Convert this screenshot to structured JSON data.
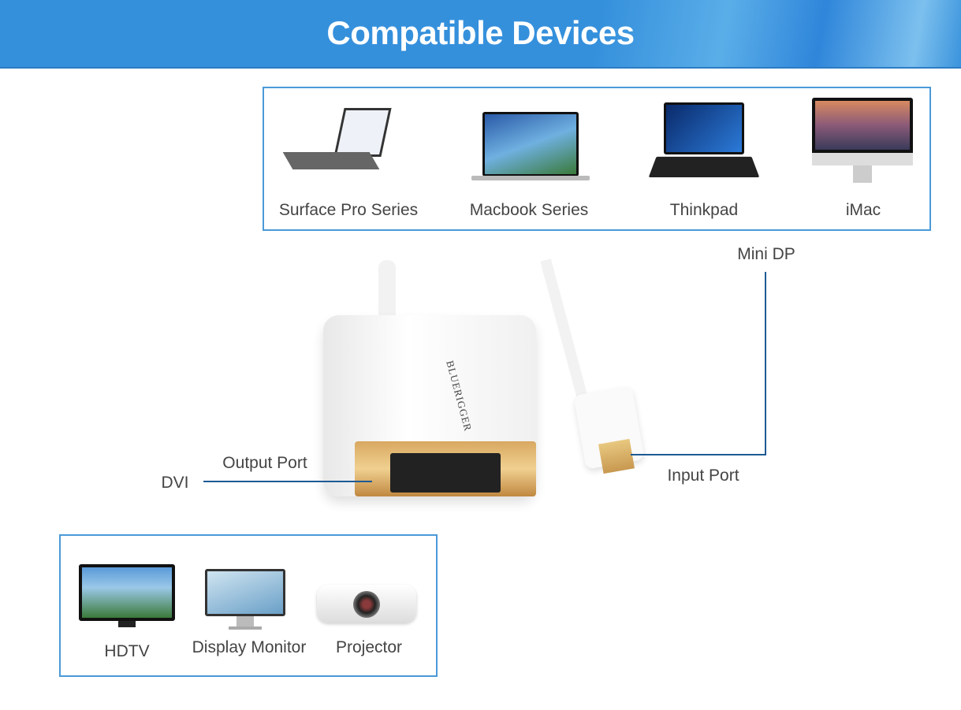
{
  "header": {
    "title": "Compatible Devices"
  },
  "source_devices": [
    {
      "label": "Surface Pro Series",
      "icon": "tablet-laptop-icon"
    },
    {
      "label": "Macbook Series",
      "icon": "laptop-icon"
    },
    {
      "label": "Thinkpad",
      "icon": "laptop-icon"
    },
    {
      "label": "iMac",
      "icon": "desktop-icon"
    }
  ],
  "cable": {
    "brand": "BLUERIGGER",
    "input_connector": "Mini DP",
    "input_label": "Input Port",
    "output_connector": "DVI",
    "output_label": "Output Port"
  },
  "display_devices": [
    {
      "label": "HDTV",
      "icon": "tv-icon"
    },
    {
      "label": "Display Monitor",
      "icon": "monitor-icon"
    },
    {
      "label": "Projector",
      "icon": "projector-icon"
    }
  ],
  "colors": {
    "accent": "#3590dc",
    "line": "#1d5a94",
    "border": "#4a9ad8"
  }
}
